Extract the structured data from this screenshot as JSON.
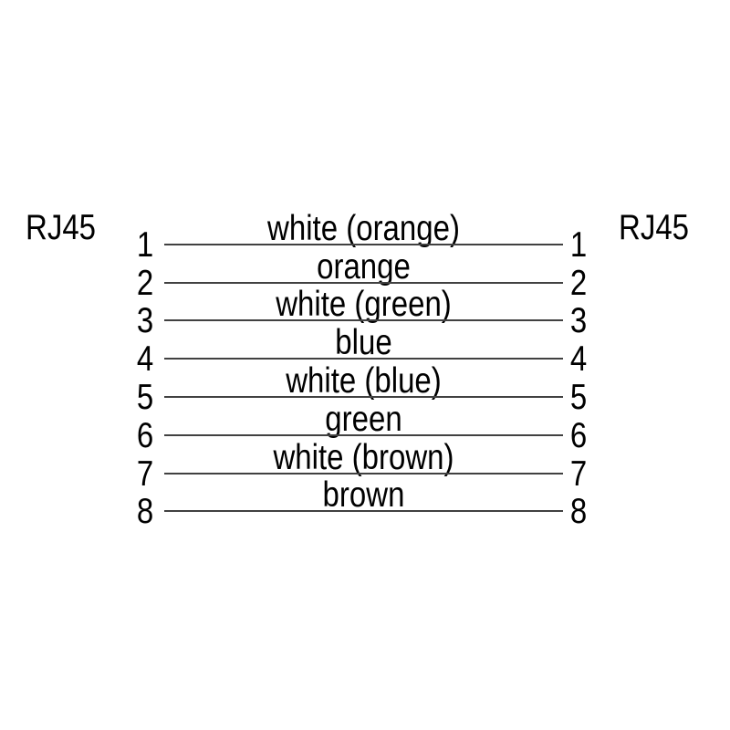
{
  "diagram": {
    "type": "cable-pinout",
    "left_connector": {
      "label": "RJ45"
    },
    "right_connector": {
      "label": "RJ45"
    },
    "colors": {
      "background": "#ffffff",
      "wire_line": "#414141",
      "text": "#000000"
    },
    "wires": [
      {
        "pin_left": "1",
        "label": "white (orange)",
        "pin_right": "1"
      },
      {
        "pin_left": "2",
        "label": "orange",
        "pin_right": "2"
      },
      {
        "pin_left": "3",
        "label": "white (green)",
        "pin_right": "3"
      },
      {
        "pin_left": "4",
        "label": "blue",
        "pin_right": "4"
      },
      {
        "pin_left": "5",
        "label": "white (blue)",
        "pin_right": "5"
      },
      {
        "pin_left": "6",
        "label": "green",
        "pin_right": "6"
      },
      {
        "pin_left": "7",
        "label": "white (brown)",
        "pin_right": "7"
      },
      {
        "pin_left": "8",
        "label": "brown",
        "pin_right": "8"
      }
    ]
  }
}
